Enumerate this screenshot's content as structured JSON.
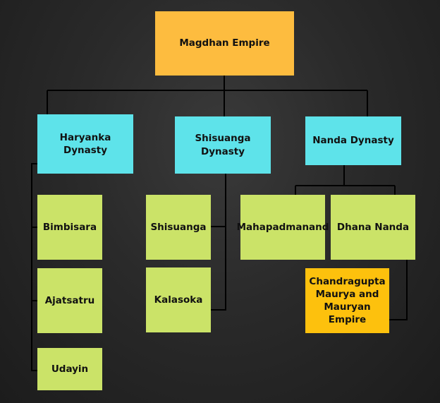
{
  "root": {
    "label": "Magdhan Empire"
  },
  "dynasties": [
    {
      "label": "Haryanka Dynasty",
      "rulers": [
        "Bimbisara",
        "Ajatsatru",
        "Udayin"
      ]
    },
    {
      "label": "Shisuanga Dynasty",
      "rulers": [
        "Shisuanga",
        "Kalasoka"
      ]
    },
    {
      "label": "Nanda Dynasty",
      "rulers": [
        "Mahapadmanand",
        "Dhana Nanda"
      ]
    }
  ],
  "successor": {
    "label": "Chandragupta Maurya and Mauryan Empire"
  },
  "colors": {
    "background": "#2a2a2a",
    "root": "#fdbc3f",
    "dynasty": "#5ee3ea",
    "ruler": "#cbe368",
    "successor": "#fdc10d",
    "connector": "#000000"
  }
}
